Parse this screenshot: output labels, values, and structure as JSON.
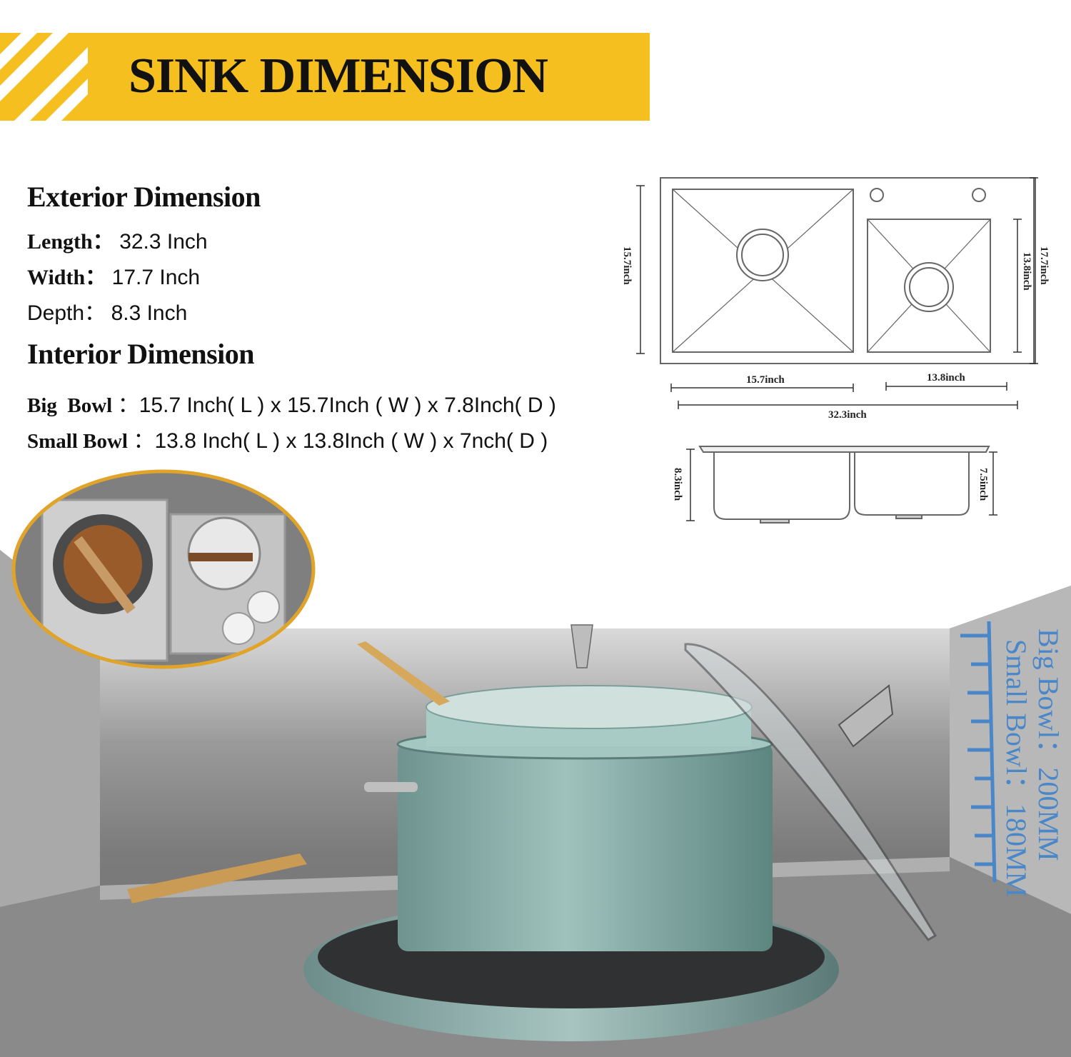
{
  "banner": {
    "title": "SINK DIMENSION"
  },
  "exterior": {
    "heading": "Exterior Dimension",
    "rows": [
      {
        "label": "Length：",
        "value": "32.3 Inch"
      },
      {
        "label": "Width：",
        "value": "17.7 Inch"
      },
      {
        "label": "Depth：",
        "value": "8.3 Inch"
      }
    ]
  },
  "interior": {
    "heading": "Interior Dimension",
    "rows": [
      {
        "label": "Big  Bowl",
        "value": "：15.7 Inch( L ) x 15.7Inch ( W ) x 7.8Inch( D )"
      },
      {
        "label": "Small Bowl",
        "value": "：13.8 Inch( L ) x 13.8Inch ( W ) x 7nch( D )"
      }
    ]
  },
  "diagram": {
    "top_height_left": "15.7inch",
    "top_height_small": "13.8inch",
    "top_height_right": "17.7inch",
    "big_bowl_width": "15.7inch",
    "small_bowl_width": "13.8inch",
    "total_width": "32.3inch",
    "side_depth_left": "8.3inch",
    "side_depth_right": "7.5inch"
  },
  "gauge": {
    "big_bowl": "Big Bowl：200MM",
    "small_bowl": "Small Bowl：180MM"
  },
  "colors": {
    "banner_yellow": "#f5c01f",
    "gauge_blue": "#4a87c9",
    "pot_teal": "#8fb3ad"
  }
}
